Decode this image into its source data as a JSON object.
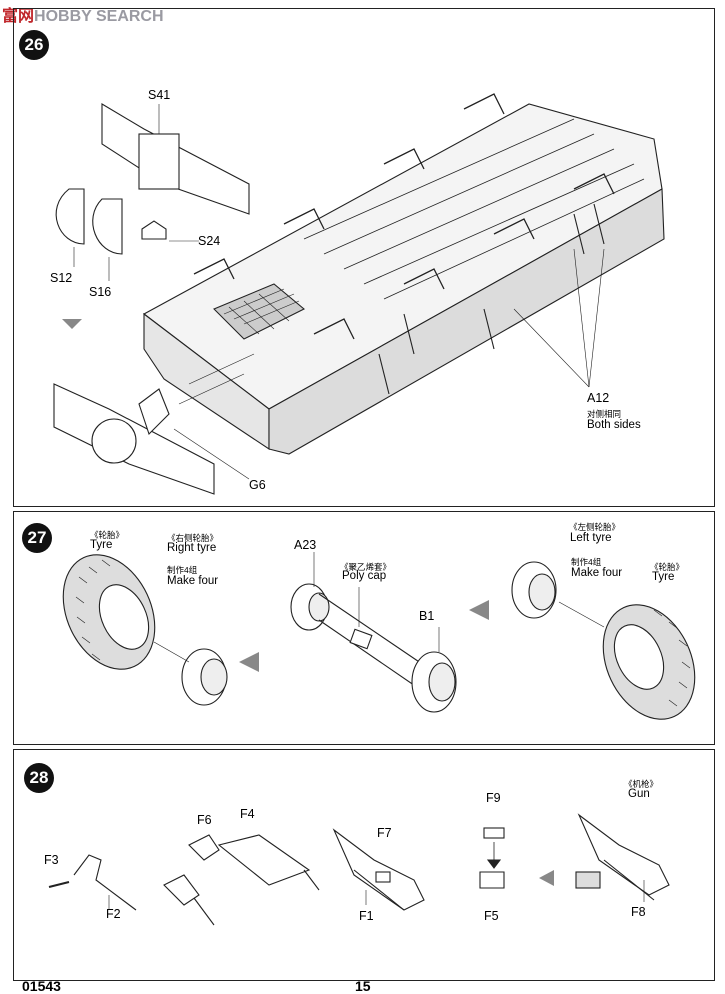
{
  "watermark": {
    "cn": "富",
    "cn2": "网",
    "en": "HOBBY SEARCH"
  },
  "steps": {
    "s26": {
      "number": "26",
      "labels": {
        "s41": "S41",
        "s24": "S24",
        "s12": "S12",
        "s16": "S16",
        "g6": "G6",
        "a12": "A12",
        "a12_cn": "对侧相同",
        "a12_en": "Both sides"
      }
    },
    "s27": {
      "number": "27",
      "right_tyre": {
        "cn": "《轮胎》",
        "en": "Tyre",
        "side_cn": "《右侧轮胎》",
        "side_en": "Right tyre",
        "qty_cn": "制作4组",
        "qty_en": "Make four"
      },
      "left_tyre": {
        "side_cn": "《左侧轮胎》",
        "side_en": "Left tyre",
        "qty_cn": "制作4组",
        "qty_en": "Make four",
        "cn": "《轮胎》",
        "en": "Tyre"
      },
      "a23": "A23",
      "poly_cap": {
        "cn": "《聚乙烯套》",
        "en": "Poly cap"
      },
      "b1": "B1"
    },
    "s28": {
      "number": "28",
      "labels": {
        "f3": "F3",
        "f2": "F2",
        "f6": "F6",
        "f4": "F4",
        "f7": "F7",
        "f1": "F1",
        "f9": "F9",
        "f5": "F5",
        "f8": "F8",
        "gun_cn": "《机枪》",
        "gun_en": "Gun"
      }
    }
  },
  "footer": {
    "code": "01543",
    "page": "15"
  }
}
